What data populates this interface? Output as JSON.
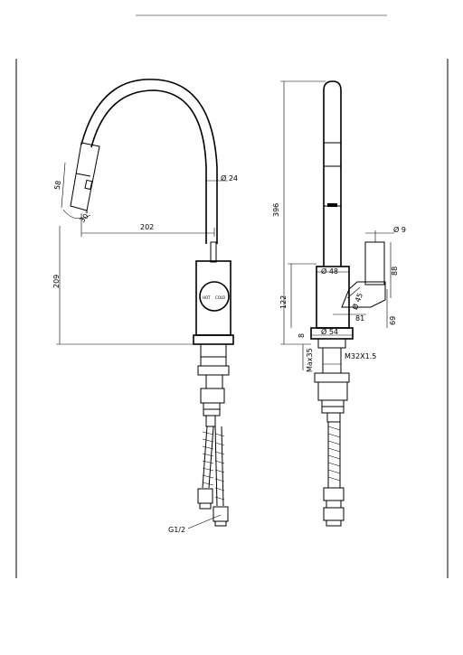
{
  "side_view": {
    "spout_diameter": "Ø 24",
    "spout_reach": "202",
    "handle_height": "209",
    "head_length": "58",
    "swivel_angle": "30°",
    "handle_label_left": "HOT",
    "handle_label_right": "COLD",
    "thread": "G1/2"
  },
  "front_view": {
    "total_height": "396",
    "lever_diameter": "Ø 9",
    "body_diameter": "Ø 48",
    "lever_height": "88",
    "body_height": "122",
    "lever_hub_diameter": "Ø 45",
    "lever_offset": "81",
    "lever_base_height": "69",
    "base_diameter": "Ø 54",
    "base_thickness": "8",
    "max_deck": "Max35",
    "mount_thread": "M32X1.5"
  }
}
